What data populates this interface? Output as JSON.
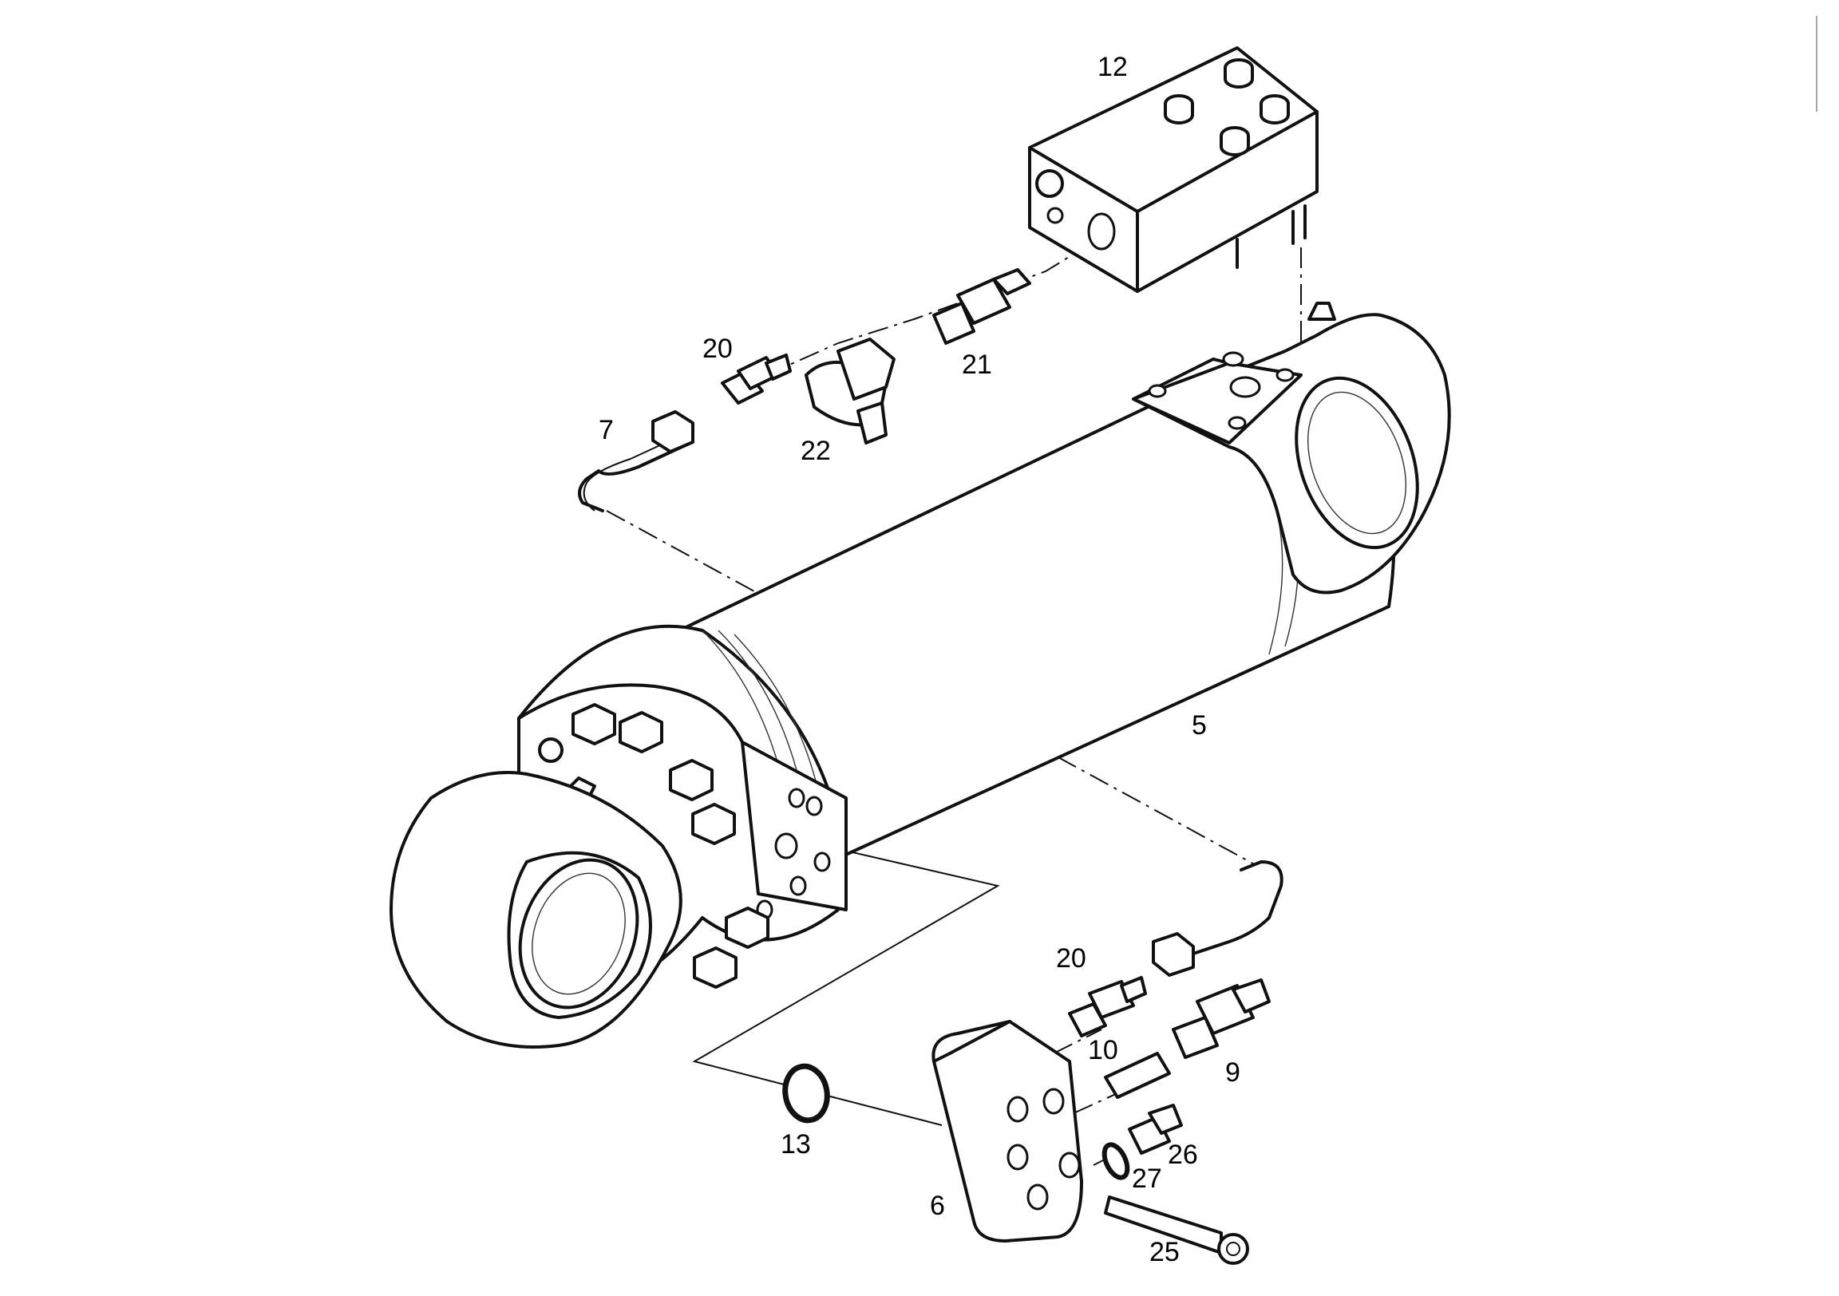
{
  "callouts": {
    "c12": "12",
    "c20_top": "20",
    "c21": "21",
    "c22": "22",
    "c7": "7",
    "c5": "5",
    "c20_bottom": "20",
    "c10": "10",
    "c9": "9",
    "c26": "26",
    "c27": "27",
    "c13": "13",
    "c6": "6",
    "c25": "25"
  }
}
